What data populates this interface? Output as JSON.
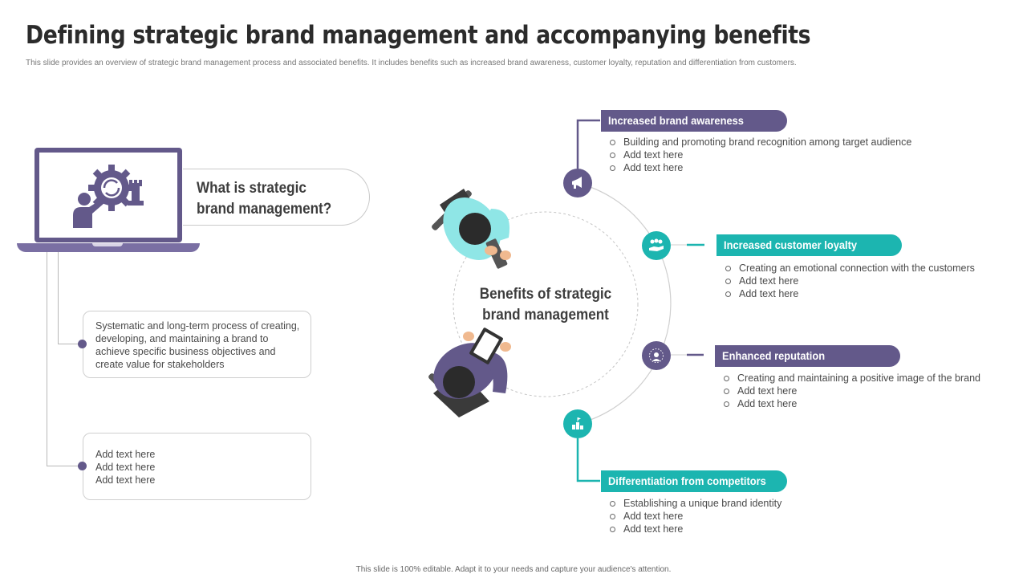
{
  "title": "Defining strategic brand management and accompanying benefits",
  "subtitle": "This slide provides an overview of strategic brand management process and associated benefits. It includes benefits such as increased brand awareness, customer loyalty, reputation and differentiation from customers.",
  "left": {
    "question": "What is strategic brand management?",
    "definition": "Systematic and long-term process of creating, developing,  and maintaining a brand to achieve specific business objectives and create value for stakeholders",
    "placeholder_lines": [
      "Add text here",
      "Add text here",
      "Add text here"
    ]
  },
  "center": {
    "label": "Benefits of strategic brand management"
  },
  "benefits": [
    {
      "title": "Increased brand awareness",
      "color": "#63598a",
      "icon": "megaphone-icon",
      "bullets": [
        "Building and promoting brand recognition among target audience",
        "Add text here",
        "Add text here"
      ]
    },
    {
      "title": "Increased customer loyalty",
      "color": "#1cb5b0",
      "icon": "hand-people-icon",
      "bullets": [
        "Creating an emotional connection with the customers",
        "Add text here",
        "Add text here"
      ]
    },
    {
      "title": "Enhanced reputation",
      "color": "#63598a",
      "icon": "star-person-icon",
      "bullets": [
        "Creating and maintaining a positive image of the brand",
        "Add text here",
        "Add text here"
      ]
    },
    {
      "title": "Differentiation from competitors",
      "color": "#1cb5b0",
      "icon": "podium-flag-icon",
      "bullets": [
        "Establishing a unique brand identity",
        "Add text here",
        "Add text here"
      ]
    }
  ],
  "footer": "This slide is 100% editable.  Adapt it to your needs and capture your audience's attention."
}
